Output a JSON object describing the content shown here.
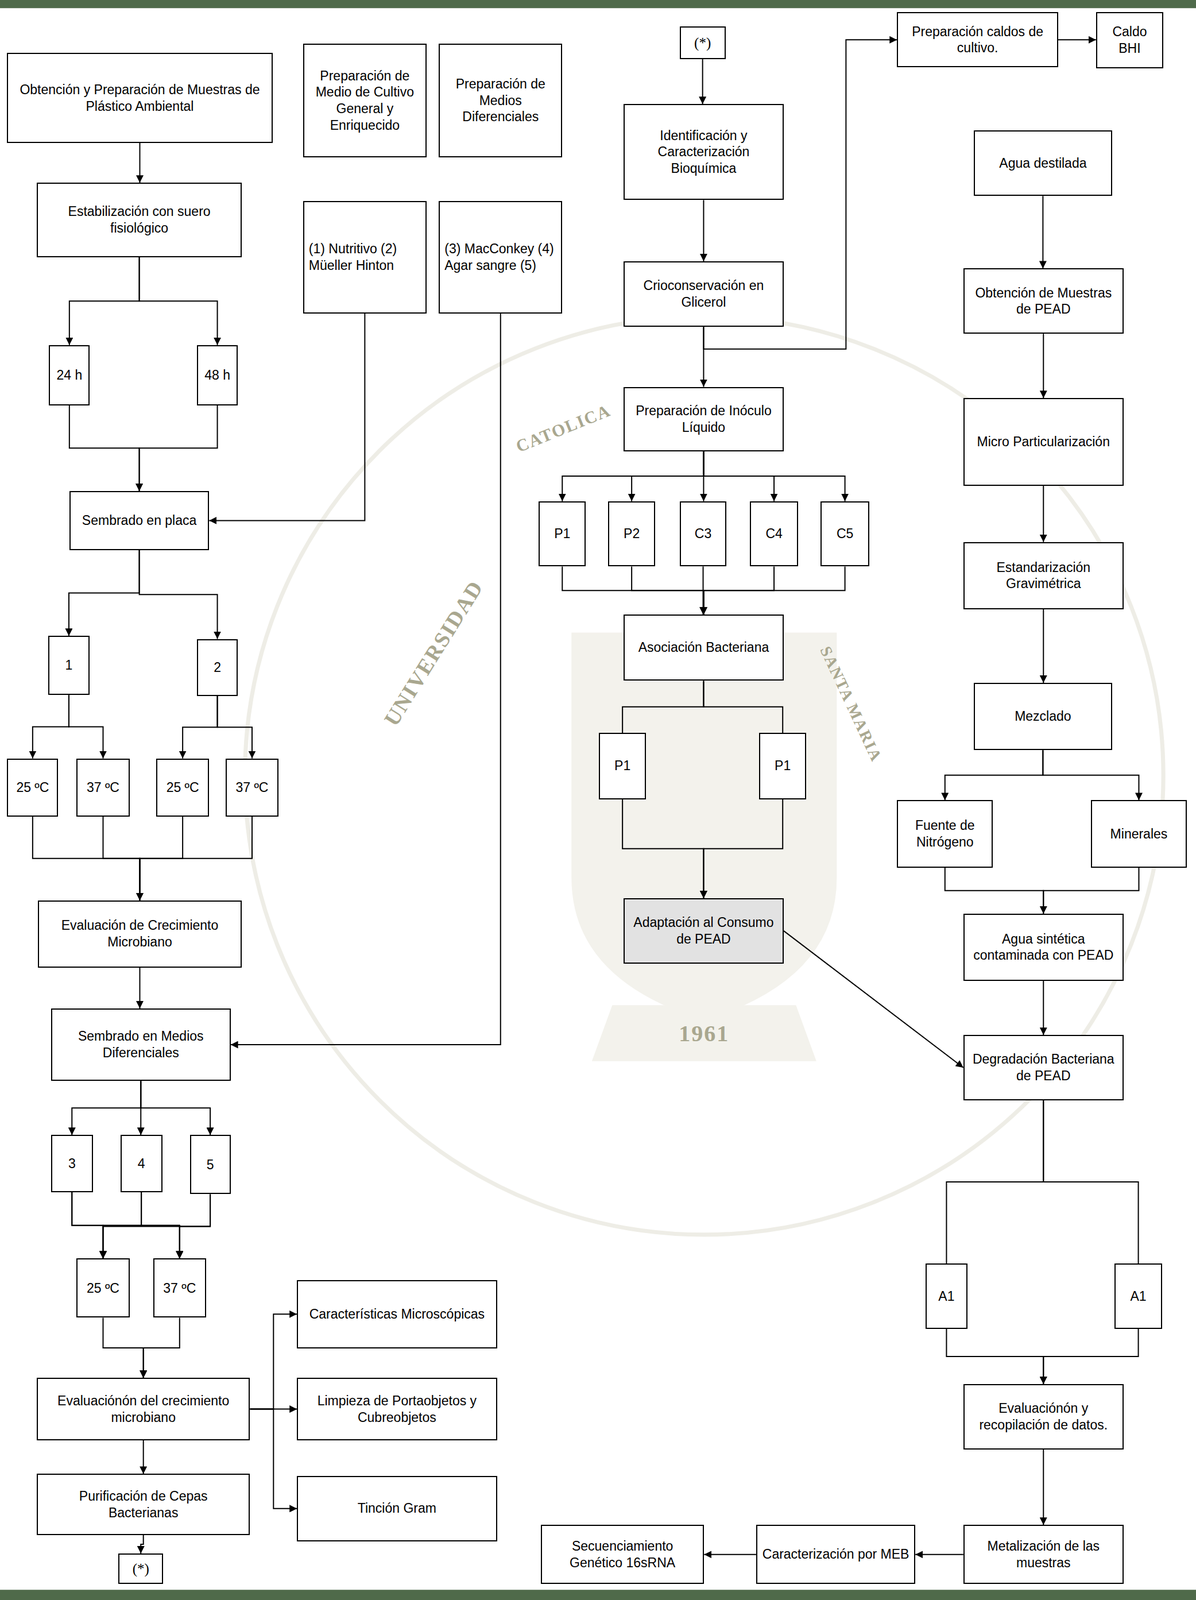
{
  "diagram": {
    "nodes": [
      {
        "text": [
          "Obtención y Preparación de Muestras de Plástico Ambiental"
        ]
      },
      {
        "text": [
          "Estabilización con suero fisiológico"
        ]
      },
      {
        "text": [
          "24 h"
        ]
      },
      {
        "text": [
          "48 h"
        ]
      },
      {
        "text": [
          "Sembrado en placa"
        ]
      },
      {
        "text": [
          "1"
        ]
      },
      {
        "text": [
          "2"
        ]
      },
      {
        "text": [
          "25 ºC"
        ]
      },
      {
        "text": [
          "37 ºC"
        ]
      },
      {
        "text": [
          "25 ºC"
        ]
      },
      {
        "text": [
          "37 ºC"
        ]
      },
      {
        "text": [
          "Evaluación de Crecimiento Microbiano"
        ]
      },
      {
        "text": [
          "Sembrado en Medios Diferenciales"
        ]
      },
      {
        "text": [
          "3"
        ]
      },
      {
        "text": [
          "4"
        ]
      },
      {
        "text": [
          "5"
        ]
      },
      {
        "text": [
          "25 ºC"
        ]
      },
      {
        "text": [
          "37 ºC"
        ]
      },
      {
        "text": [
          "Evaluaciónón del crecimiento microbiano"
        ]
      },
      {
        "text": [
          "Purificación de Cepas Bacterianas"
        ]
      },
      {
        "text": [
          "(*)"
        ]
      },
      {
        "text": [
          "Características Microscópicas"
        ]
      },
      {
        "text": [
          "Limpieza de Portaobjetos y Cubreobjetos"
        ]
      },
      {
        "text": [
          "Tinción Gram"
        ]
      },
      {
        "text": [
          "Preparación de Medio de Cultivo General y Enriquecido"
        ]
      },
      {
        "text": [
          "(1) Nutritivo (2) Müeller Hinton"
        ]
      },
      {
        "text": [
          "Preparación de Medios Diferenciales"
        ]
      },
      {
        "text": [
          "(3) MacConkey (4) Agar sangre (5)"
        ]
      },
      {
        "text": [
          "(*)"
        ]
      },
      {
        "text": [
          "Identificación y Caracterización Bioquímica"
        ]
      },
      {
        "text": [
          "Crioconservación en Glicerol"
        ]
      },
      {
        "text": [
          "Preparación de Inóculo Líquido"
        ]
      },
      {
        "text": [
          "P1"
        ]
      },
      {
        "text": [
          "P2"
        ]
      },
      {
        "text": [
          "C3"
        ]
      },
      {
        "text": [
          "C4"
        ]
      },
      {
        "text": [
          "C5"
        ]
      },
      {
        "text": [
          "Asociación Bacteriana"
        ]
      },
      {
        "text": [
          "P1"
        ]
      },
      {
        "text": [
          "P1"
        ]
      },
      {
        "text": [
          "Adaptación al Consumo de PEAD"
        ]
      },
      {
        "text": [
          "Preparación caldos de cultivo."
        ]
      },
      {
        "text": [
          "Caldo BHI"
        ]
      },
      {
        "text": [
          "Agua destilada"
        ]
      },
      {
        "text": [
          "Obtención de Muestras de PEAD"
        ]
      },
      {
        "text": [
          "Micro Particularización"
        ]
      },
      {
        "text": [
          "Estandarización Gravimétrica"
        ]
      },
      {
        "text": [
          "Mezclado"
        ]
      },
      {
        "text": [
          "Fuente de Nitrógeno"
        ]
      },
      {
        "text": [
          "Minerales"
        ]
      },
      {
        "text": [
          "Agua sintética contaminada con PEAD"
        ]
      },
      {
        "text": [
          "Degradación Bacteriana de PEAD"
        ]
      },
      {
        "text": [
          "A1"
        ]
      },
      {
        "text": [
          "A1"
        ]
      },
      {
        "text": [
          "Evaluaciónón y recopilación de datos."
        ]
      },
      {
        "text": [
          "Metalización de las muestras"
        ]
      },
      {
        "text": [
          "Caracterización por MEB"
        ]
      },
      {
        "text": [
          "Secuenciamiento Genético 16sRNA"
        ]
      }
    ],
    "edges": [
      {
        "from": 0,
        "to": 1,
        "arrow": "to"
      },
      {
        "from": 1,
        "to": 2,
        "arrow": "to"
      },
      {
        "from": 1,
        "to": 3,
        "arrow": "to"
      },
      {
        "from": 2,
        "to": 4,
        "arrow": "to"
      },
      {
        "from": 3,
        "to": 4,
        "arrow": "to"
      },
      {
        "from": 25,
        "to": 4,
        "arrow": "to"
      },
      {
        "from": 4,
        "to": 5,
        "arrow": "to"
      },
      {
        "from": 4,
        "to": 6,
        "arrow": "to"
      },
      {
        "from": 5,
        "to": 7,
        "arrow": "to"
      },
      {
        "from": 5,
        "to": 8,
        "arrow": "to"
      },
      {
        "from": 6,
        "to": 9,
        "arrow": "to"
      },
      {
        "from": 6,
        "to": 10,
        "arrow": "to"
      },
      {
        "from": 7,
        "to": 11,
        "arrow": "to"
      },
      {
        "from": 8,
        "to": 11,
        "arrow": "to"
      },
      {
        "from": 9,
        "to": 11,
        "arrow": "to"
      },
      {
        "from": 10,
        "to": 11,
        "arrow": "to"
      },
      {
        "from": 11,
        "to": 12,
        "arrow": "to"
      },
      {
        "from": 27,
        "to": 12,
        "arrow": "to"
      },
      {
        "from": 12,
        "to": 13,
        "arrow": "to"
      },
      {
        "from": 12,
        "to": 14,
        "arrow": "to"
      },
      {
        "from": 12,
        "to": 15,
        "arrow": "to"
      },
      {
        "from": 13,
        "to": 16,
        "arrow": "to"
      },
      {
        "from": 13,
        "to": 17,
        "arrow": "to"
      },
      {
        "from": 14,
        "to": 16,
        "arrow": "to"
      },
      {
        "from": 14,
        "to": 17,
        "arrow": "to"
      },
      {
        "from": 15,
        "to": 16,
        "arrow": "to"
      },
      {
        "from": 15,
        "to": 17,
        "arrow": "to"
      },
      {
        "from": 16,
        "to": 18,
        "arrow": "to"
      },
      {
        "from": 17,
        "to": 18,
        "arrow": "to"
      },
      {
        "from": 18,
        "to": 19,
        "arrow": "to"
      },
      {
        "from": 18,
        "to": 21,
        "arrow": "to"
      },
      {
        "from": 18,
        "to": 22,
        "arrow": "to"
      },
      {
        "from": 18,
        "to": 23,
        "arrow": "to"
      },
      {
        "from": 19,
        "to": 20,
        "arrow": "to"
      },
      {
        "from": 28,
        "to": 29,
        "arrow": "to"
      },
      {
        "from": 29,
        "to": 30,
        "arrow": "to"
      },
      {
        "from": 30,
        "to": 31,
        "arrow": "to"
      },
      {
        "from": 30,
        "to": 41,
        "arrow": "to"
      },
      {
        "from": 41,
        "to": 42,
        "arrow": "to"
      },
      {
        "from": 31,
        "to": 32,
        "arrow": "to"
      },
      {
        "from": 31,
        "to": 33,
        "arrow": "to"
      },
      {
        "from": 31,
        "to": 34,
        "arrow": "to"
      },
      {
        "from": 31,
        "to": 35,
        "arrow": "to"
      },
      {
        "from": 31,
        "to": 36,
        "arrow": "to"
      },
      {
        "from": 32,
        "to": 37,
        "arrow": "to"
      },
      {
        "from": 33,
        "to": 37,
        "arrow": "to"
      },
      {
        "from": 34,
        "to": 37,
        "arrow": "to"
      },
      {
        "from": 35,
        "to": 37,
        "arrow": "to"
      },
      {
        "from": 36,
        "to": 37,
        "arrow": "to"
      },
      {
        "from": 37,
        "to": 38,
        "arrow": "none"
      },
      {
        "from": 37,
        "to": 39,
        "arrow": "none"
      },
      {
        "from": 38,
        "to": 40,
        "arrow": "to"
      },
      {
        "from": 39,
        "to": 40,
        "arrow": "to"
      },
      {
        "from": 40,
        "to": 51,
        "arrow": "to"
      },
      {
        "from": 43,
        "to": 44,
        "arrow": "to"
      },
      {
        "from": 44,
        "to": 45,
        "arrow": "to"
      },
      {
        "from": 45,
        "to": 46,
        "arrow": "to"
      },
      {
        "from": 46,
        "to": 47,
        "arrow": "to"
      },
      {
        "from": 47,
        "to": 48,
        "arrow": "to"
      },
      {
        "from": 47,
        "to": 49,
        "arrow": "to"
      },
      {
        "from": 48,
        "to": 50,
        "arrow": "to"
      },
      {
        "from": 49,
        "to": 50,
        "arrow": "to"
      },
      {
        "from": 50,
        "to": 51,
        "arrow": "to"
      },
      {
        "from": 51,
        "to": 52,
        "arrow": "none"
      },
      {
        "from": 51,
        "to": 53,
        "arrow": "none"
      },
      {
        "from": 52,
        "to": 54,
        "arrow": "to"
      },
      {
        "from": 53,
        "to": 54,
        "arrow": "to"
      },
      {
        "from": 54,
        "to": 55,
        "arrow": "to"
      },
      {
        "from": 55,
        "to": 56,
        "arrow": "to"
      },
      {
        "from": 56,
        "to": 57,
        "arrow": "to"
      }
    ],
    "labels": [
      "UNIVERSIDAD",
      "CATOLICA",
      "SANTA MARIA",
      "1961"
    ]
  }
}
